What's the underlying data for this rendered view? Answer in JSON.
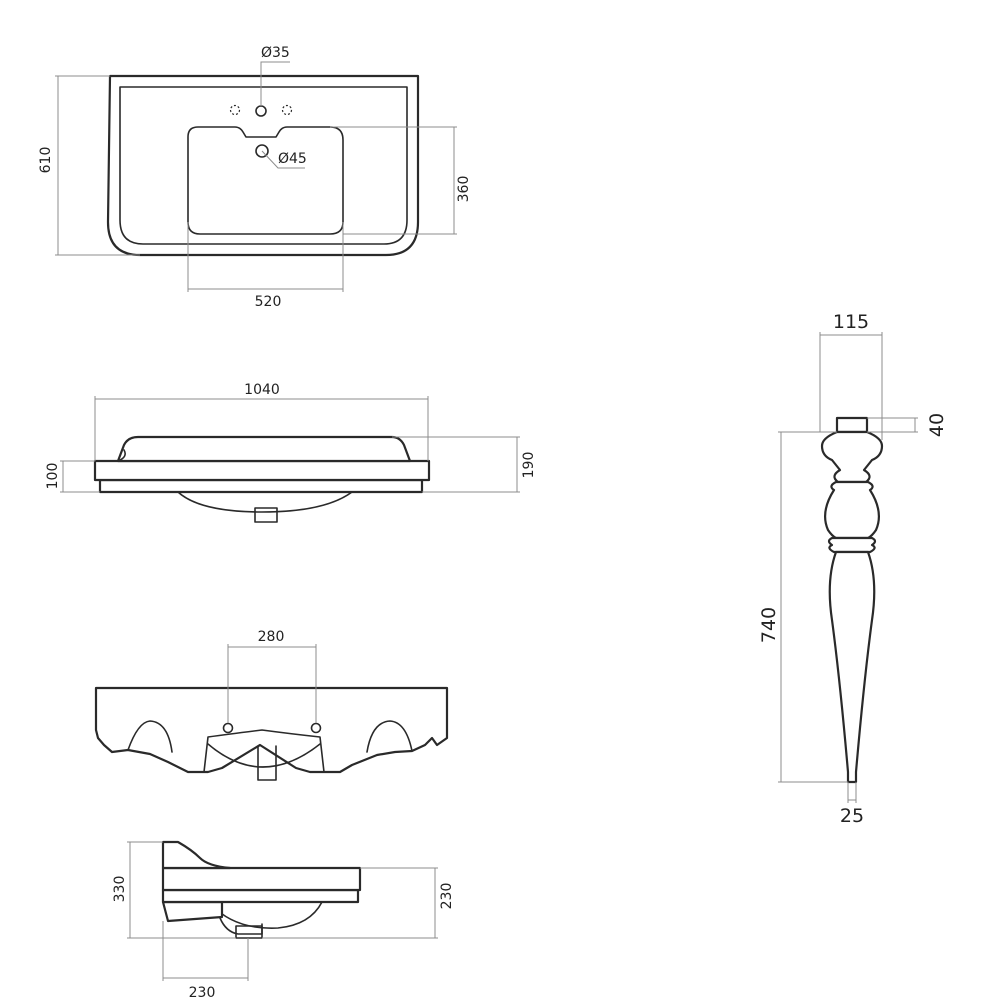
{
  "dimensions": {
    "top_view": {
      "tap_hole": "Ø35",
      "waste_hole": "Ø45",
      "depth": "610",
      "bowl_depth": "360",
      "bowl_width": "520"
    },
    "front_view": {
      "width": "1040",
      "rim_height": "100",
      "total_height": "190"
    },
    "rear_view": {
      "bracket_spacing": "280"
    },
    "side_view": {
      "height": "330",
      "right_height": "230",
      "base_depth": "230"
    },
    "leg": {
      "top_width": "115",
      "cap_height": "40",
      "height": "740",
      "foot_width": "25"
    }
  },
  "colors": {
    "outline": "#2a2a2a",
    "dimension_line": "#8c8c8c",
    "text": "#222222",
    "background": "#ffffff"
  }
}
